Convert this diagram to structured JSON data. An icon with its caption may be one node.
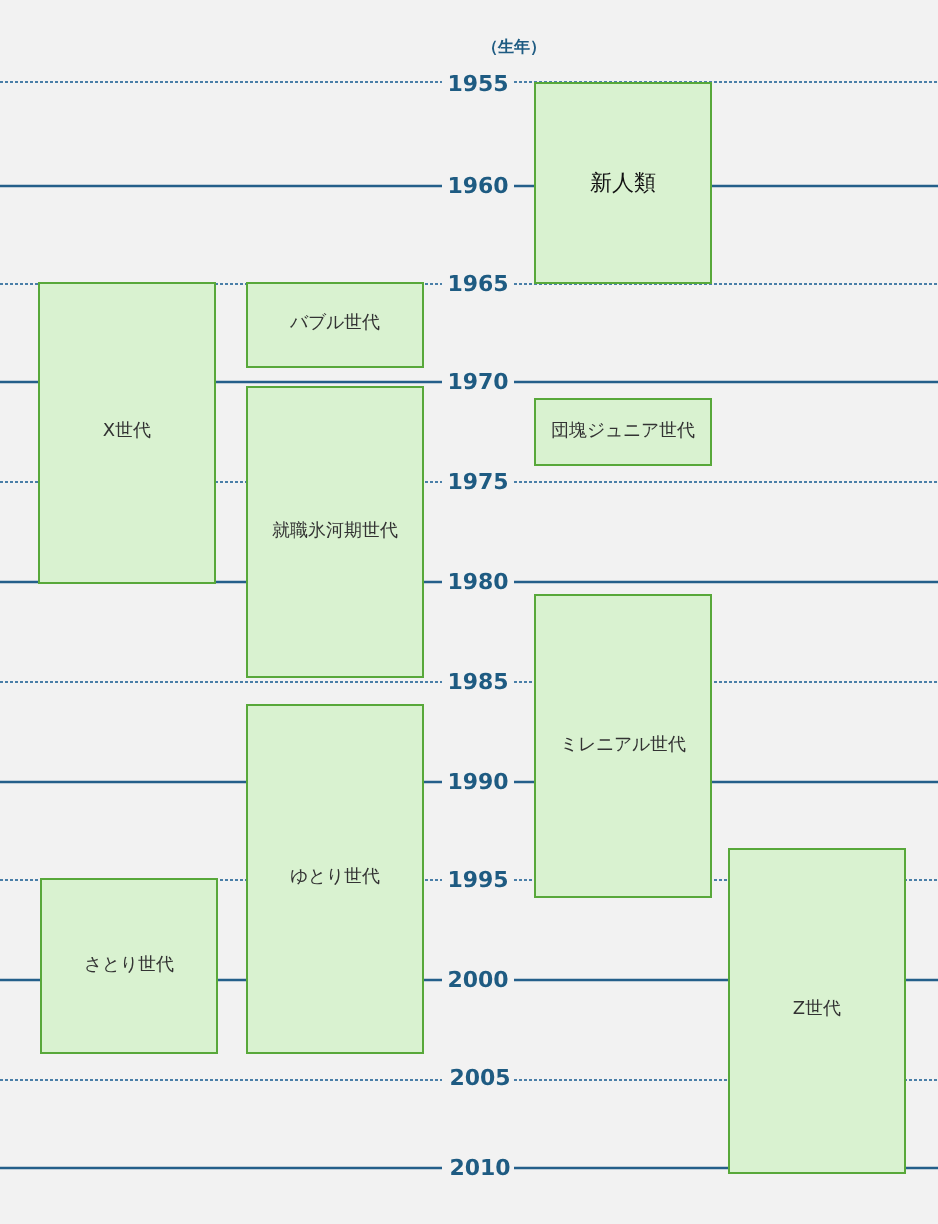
{
  "diagram": {
    "nodes": [
      {
        "text": [
          "新人類"
        ]
      },
      {
        "text": [
          "X世代"
        ]
      },
      {
        "text": [
          "バブル世代"
        ]
      },
      {
        "text": [
          "就職氷河期世代"
        ]
      },
      {
        "text": [
          "団塊ジュニア世代"
        ]
      },
      {
        "text": [
          "ミレニアル世代"
        ]
      },
      {
        "text": [
          "ゆとり世代"
        ]
      },
      {
        "text": [
          "Z世代"
        ]
      },
      {
        "text": [
          "さとり世代"
        ]
      }
    ],
    "labels": [
      "（生年）",
      "1955",
      "1960",
      "1965",
      "1970",
      "1975",
      "1980",
      "1985",
      "1990",
      "1995",
      "2000",
      "2005",
      "2010"
    ]
  }
}
